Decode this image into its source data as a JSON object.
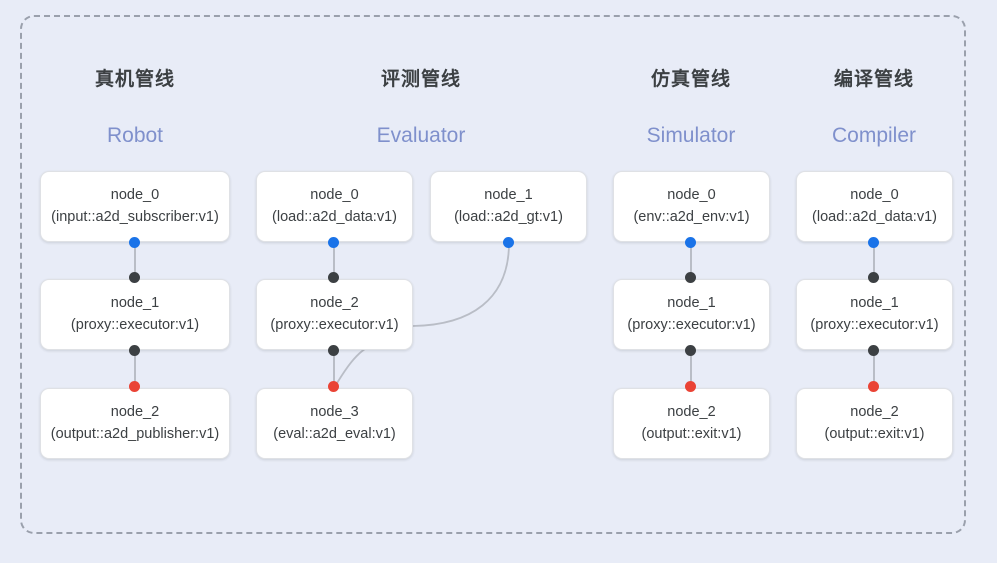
{
  "diagram": {
    "background_color": "#e8ecf7",
    "frame_border_color": "#9aa0ac",
    "port_colors": {
      "output": "#1a73e8",
      "input": "#3c4043",
      "terminal": "#ea4335"
    },
    "columns": [
      {
        "id": "robot",
        "title_cn": "真机管线",
        "title_en": "Robot",
        "nodes": [
          {
            "name": "node_0",
            "spec": "(input::a2d_subscriber:v1)"
          },
          {
            "name": "node_1",
            "spec": "(proxy::executor:v1)"
          },
          {
            "name": "node_2",
            "spec": "(output::a2d_publisher:v1)"
          }
        ]
      },
      {
        "id": "evaluator",
        "title_cn": "评测管线",
        "title_en": "Evaluator",
        "nodes": [
          {
            "name": "node_0",
            "spec": "(load::a2d_data:v1)"
          },
          {
            "name": "node_1",
            "spec": "(load::a2d_gt:v1)"
          },
          {
            "name": "node_2",
            "spec": "(proxy::executor:v1)"
          },
          {
            "name": "node_3",
            "spec": "(eval::a2d_eval:v1)"
          }
        ]
      },
      {
        "id": "simulator",
        "title_cn": "仿真管线",
        "title_en": "Simulator",
        "nodes": [
          {
            "name": "node_0",
            "spec": "(env::a2d_env:v1)"
          },
          {
            "name": "node_1",
            "spec": "(proxy::executor:v1)"
          },
          {
            "name": "node_2",
            "spec": "(output::exit:v1)"
          }
        ]
      },
      {
        "id": "compiler",
        "title_cn": "编译管线",
        "title_en": "Compiler",
        "nodes": [
          {
            "name": "node_0",
            "spec": "(load::a2d_data:v1)"
          },
          {
            "name": "node_1",
            "spec": "(proxy::executor:v1)"
          },
          {
            "name": "node_2",
            "spec": "(output::exit:v1)"
          }
        ]
      }
    ]
  }
}
